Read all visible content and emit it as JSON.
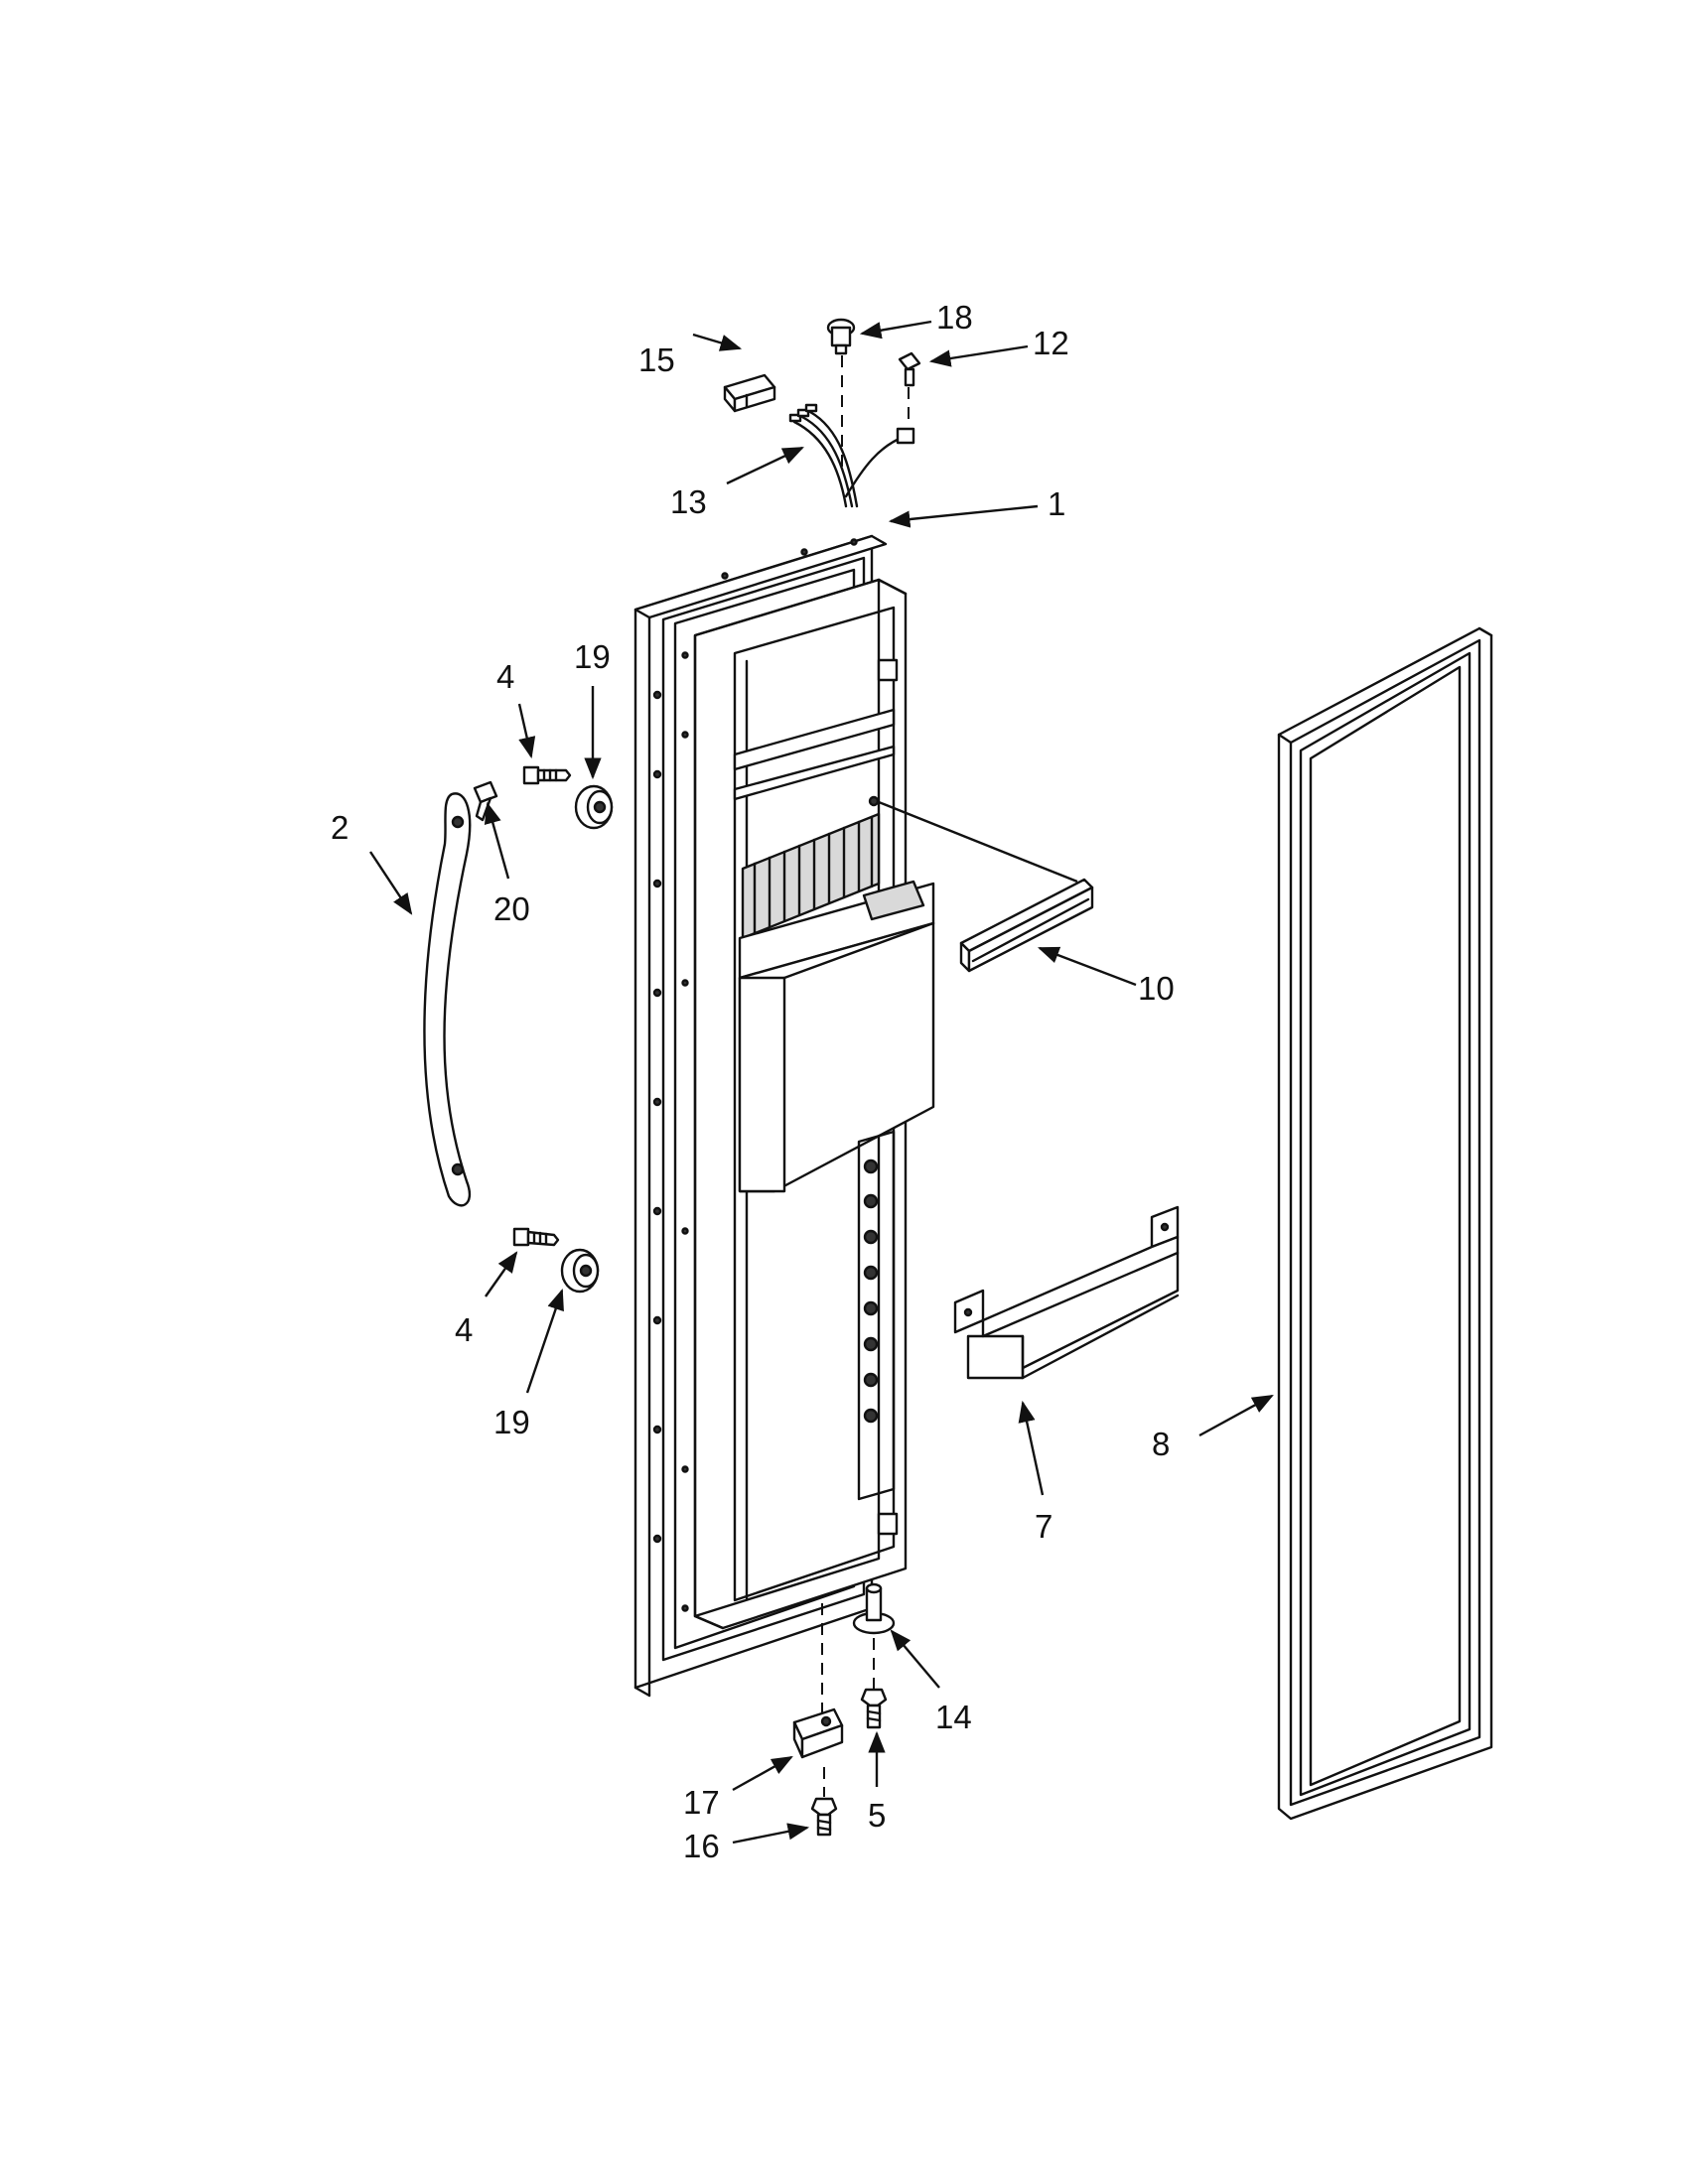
{
  "callouts": [
    {
      "id": "c1",
      "text": "1"
    },
    {
      "id": "c2",
      "text": "2"
    },
    {
      "id": "c4a",
      "text": "4"
    },
    {
      "id": "c4b",
      "text": "4"
    },
    {
      "id": "c5",
      "text": "5"
    },
    {
      "id": "c7",
      "text": "7"
    },
    {
      "id": "c8",
      "text": "8"
    },
    {
      "id": "c10",
      "text": "10"
    },
    {
      "id": "c12",
      "text": "12"
    },
    {
      "id": "c13",
      "text": "13"
    },
    {
      "id": "c14",
      "text": "14"
    },
    {
      "id": "c15",
      "text": "15"
    },
    {
      "id": "c16",
      "text": "16"
    },
    {
      "id": "c17",
      "text": "17"
    },
    {
      "id": "c18",
      "text": "18"
    },
    {
      "id": "c19a",
      "text": "19"
    },
    {
      "id": "c19b",
      "text": "19"
    },
    {
      "id": "c20",
      "text": "20"
    }
  ]
}
